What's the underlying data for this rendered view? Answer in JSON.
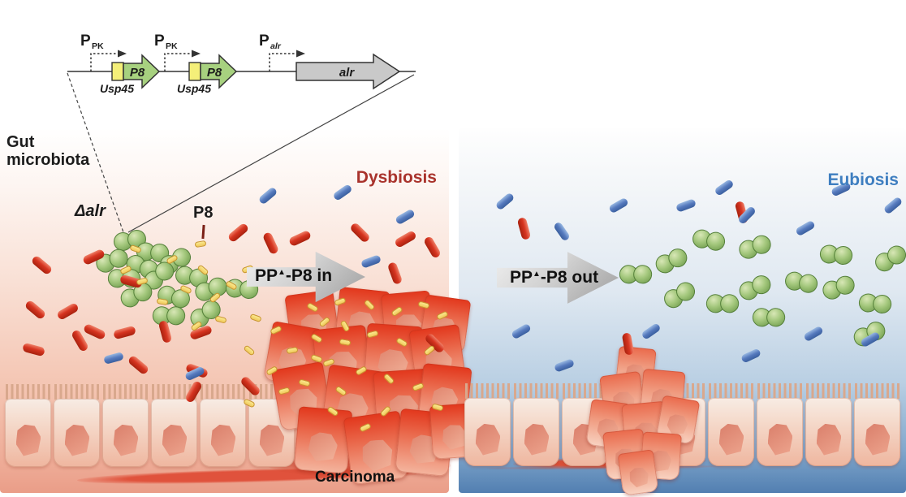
{
  "construct": {
    "promoter1": {
      "main": "P",
      "sub": "PK"
    },
    "promoter2": {
      "main": "P",
      "sub": "PK"
    },
    "promoter3": {
      "main": "P",
      "sub": "alr"
    },
    "gene1": {
      "label": "P8",
      "signal": "Usp45"
    },
    "gene2": {
      "label": "P8",
      "signal": "Usp45"
    },
    "gene3": {
      "label": "alr"
    }
  },
  "labels": {
    "gut_microbiota_line1": "Gut",
    "gut_microbiota_line2": "microbiota",
    "delta_alr": "Δalr",
    "p8": "P8",
    "dysbiosis": "Dysbiosis",
    "eubiosis": "Eubiosis",
    "carcinoma": "Carcinoma"
  },
  "arrows": {
    "in": {
      "prefix": "PP",
      "sup": "▲",
      "suffix": "-P8 in"
    },
    "out": {
      "prefix": "PP",
      "sup": "▲",
      "suffix": "-P8 out"
    }
  },
  "colors": {
    "dysbiosis_text": "#a9332c",
    "eubiosis_text": "#3e7ec0",
    "red_bacterium": "#d63420",
    "blue_bacterium": "#5579bd",
    "green_bacterium": "#95bd6d",
    "p8_peptide": "#f4d96e",
    "gene_arrow_green": "#a7d17f",
    "gene_signal_yellow": "#f4ef79",
    "gene_arrow_gray": "#c9c9c9",
    "panel_left_bottom": "#eda893",
    "panel_right_bottom": "#527fb1"
  },
  "scene": {
    "left": {
      "red_rods": [
        [
          38,
          321,
          40
        ],
        [
          102,
          311,
          -25
        ],
        [
          148,
          341,
          15
        ],
        [
          30,
          376,
          40
        ],
        [
          70,
          378,
          -30
        ],
        [
          103,
          403,
          25
        ],
        [
          140,
          404,
          -15
        ],
        [
          85,
          414,
          60
        ],
        [
          28,
          425,
          15
        ],
        [
          190,
          403,
          75
        ],
        [
          234,
          404,
          -20
        ],
        [
          157,
          444,
          40
        ],
        [
          229,
          451,
          20
        ],
        [
          280,
          281,
          -40
        ],
        [
          320,
          294,
          65
        ],
        [
          356,
          288,
          -25
        ],
        [
          430,
          281,
          45
        ],
        [
          486,
          289,
          -30
        ],
        [
          473,
          331,
          70
        ],
        [
          519,
          299,
          60
        ],
        [
          522,
          417,
          45
        ],
        [
          295,
          470,
          45
        ],
        [
          225,
          477,
          -60
        ]
      ],
      "blue_rods": [
        [
          318,
          236,
          -40
        ],
        [
          410,
          232,
          -35
        ],
        [
          487,
          262,
          -30
        ],
        [
          445,
          317,
          -20
        ],
        [
          128,
          436,
          -15
        ],
        [
          228,
          455,
          -25
        ]
      ],
      "yellow_rods": [
        [
          240,
          297,
          -10
        ],
        [
          160,
          303,
          20
        ],
        [
          205,
          316,
          -30
        ],
        [
          243,
          329,
          40
        ],
        [
          168,
          343,
          -15
        ],
        [
          222,
          353,
          25
        ],
        [
          258,
          363,
          -40
        ],
        [
          193,
          368,
          10
        ],
        [
          148,
          329,
          -25
        ],
        [
          278,
          348,
          30
        ],
        [
          298,
          328,
          -20
        ],
        [
          265,
          390,
          15
        ],
        [
          235,
          398,
          -35
        ],
        [
          308,
          388,
          20
        ],
        [
          333,
          403,
          -25
        ],
        [
          300,
          428,
          40
        ],
        [
          353,
          428,
          -10
        ],
        [
          383,
          413,
          30
        ],
        [
          328,
          453,
          -30
        ],
        [
          368,
          468,
          15
        ],
        [
          398,
          443,
          -20
        ],
        [
          413,
          478,
          35
        ],
        [
          343,
          478,
          -15
        ],
        [
          418,
          418,
          10
        ],
        [
          393,
          393,
          -40
        ],
        [
          300,
          493,
          25
        ],
        [
          378,
          375,
          30
        ],
        [
          412,
          368,
          -20
        ],
        [
          448,
          372,
          45
        ],
        [
          482,
          380,
          -35
        ],
        [
          515,
          372,
          15
        ],
        [
          538,
          385,
          -25
        ],
        [
          418,
          398,
          60
        ],
        [
          452,
          408,
          -15
        ],
        [
          488,
          418,
          30
        ],
        [
          522,
          428,
          -40
        ],
        [
          383,
          438,
          20
        ],
        [
          438,
          453,
          -30
        ],
        [
          472,
          463,
          45
        ],
        [
          508,
          473,
          -20
        ],
        [
          403,
          503,
          35
        ],
        [
          468,
          503,
          -45
        ],
        [
          532,
          498,
          15
        ],
        [
          443,
          523,
          -25
        ]
      ],
      "cocci": [
        [
          140,
          283,
          0
        ],
        [
          168,
          298,
          15
        ],
        [
          118,
          308,
          -10
        ],
        [
          155,
          316,
          30
        ],
        [
          196,
          308,
          -20
        ],
        [
          133,
          330,
          10
        ],
        [
          176,
          326,
          -30
        ],
        [
          216,
          328,
          20
        ],
        [
          148,
          350,
          -15
        ],
        [
          194,
          353,
          25
        ],
        [
          240,
          343,
          -10
        ],
        [
          278,
          343,
          15
        ],
        [
          233,
          373,
          -25
        ],
        [
          188,
          376,
          10
        ]
      ],
      "cells": [
        6,
        66,
        126,
        186,
        246,
        306
      ],
      "tumor": [
        [
          355,
          360,
          60,
          -8
        ],
        [
          415,
          356,
          62,
          6
        ],
        [
          472,
          360,
          60,
          -5
        ],
        [
          520,
          366,
          56,
          8
        ],
        [
          330,
          400,
          62,
          10
        ],
        [
          388,
          403,
          66,
          -6
        ],
        [
          450,
          400,
          68,
          4
        ],
        [
          508,
          403,
          62,
          -8
        ],
        [
          340,
          450,
          64,
          -10
        ],
        [
          400,
          453,
          70,
          8
        ],
        [
          462,
          456,
          68,
          -4
        ],
        [
          518,
          450,
          60,
          6
        ],
        [
          365,
          503,
          66,
          5
        ],
        [
          428,
          510,
          70,
          -8
        ],
        [
          490,
          506,
          66,
          6
        ],
        [
          531,
          498,
          56,
          -4
        ]
      ]
    },
    "right": {
      "red_rods": [
        [
          632,
          276,
          75
        ],
        [
          900,
          256,
          75
        ],
        [
          760,
          418,
          80
        ]
      ],
      "blue_rods": [
        [
          610,
          243,
          -40
        ],
        [
          680,
          280,
          55
        ],
        [
          750,
          248,
          -30
        ],
        [
          833,
          248,
          -20
        ],
        [
          880,
          226,
          -35
        ],
        [
          908,
          260,
          -45
        ],
        [
          980,
          276,
          -30
        ],
        [
          1024,
          228,
          -25
        ],
        [
          1088,
          248,
          -40
        ],
        [
          630,
          403,
          -30
        ],
        [
          683,
          445,
          -20
        ],
        [
          790,
          403,
          -35
        ],
        [
          913,
          433,
          -25
        ],
        [
          990,
          406,
          -30
        ],
        [
          612,
          335,
          -20
        ],
        [
          1060,
          413,
          -30
        ]
      ],
      "yellow_rods": [],
      "cocci": [
        [
          763,
          325,
          10
        ],
        [
          807,
          308,
          -15
        ],
        [
          853,
          283,
          20
        ],
        [
          910,
          291,
          -10
        ],
        [
          1010,
          301,
          15
        ],
        [
          817,
          350,
          -20
        ],
        [
          870,
          361,
          10
        ],
        [
          910,
          341,
          -15
        ],
        [
          967,
          335,
          20
        ],
        [
          1013,
          341,
          -10
        ],
        [
          1058,
          361,
          15
        ],
        [
          1077,
          305,
          -20
        ],
        [
          927,
          378,
          10
        ],
        [
          1051,
          398,
          -15
        ]
      ],
      "cells": [
        572,
        632,
        692,
        752,
        812,
        872,
        932,
        992,
        1052
      ],
      "tumor": [
        [
          760,
          428,
          46,
          6
        ],
        [
          742,
          460,
          50,
          -8
        ],
        [
          790,
          456,
          52,
          5
        ],
        [
          725,
          494,
          48,
          8
        ],
        [
          768,
          496,
          54,
          -5
        ],
        [
          812,
          490,
          46,
          10
        ],
        [
          745,
          530,
          50,
          -6
        ],
        [
          790,
          533,
          48,
          4
        ],
        [
          764,
          556,
          44,
          -8
        ]
      ]
    }
  }
}
